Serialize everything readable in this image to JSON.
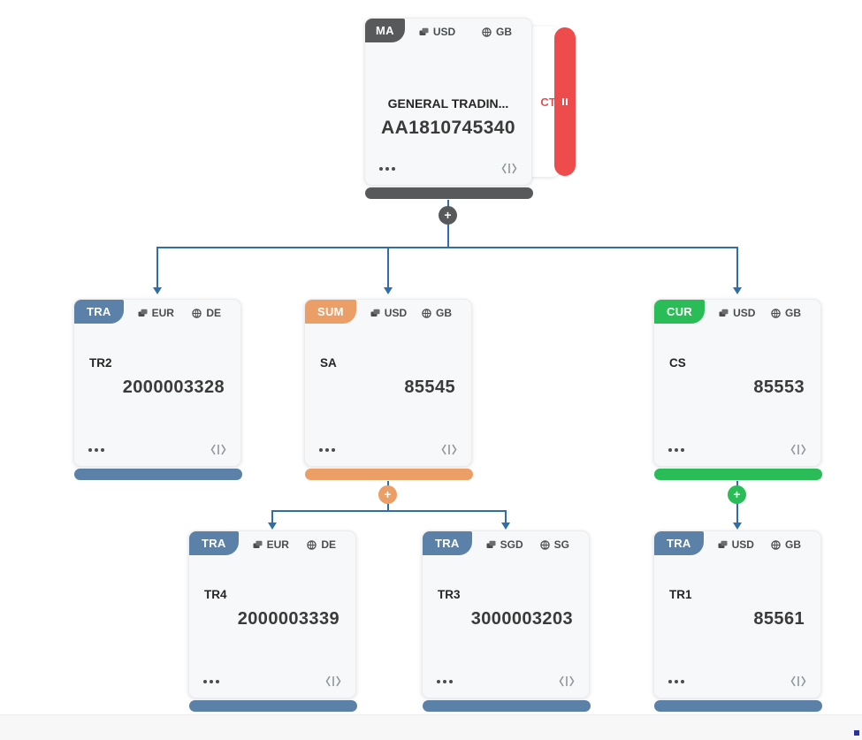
{
  "nodes": [
    {
      "badge": "MA",
      "currency": "USD",
      "country": "GB",
      "name": "GENERAL TRADIN...",
      "number": "AA1810745340",
      "accent": "#58595b",
      "tag": {
        "label": "CT"
      }
    },
    {
      "badge": "TRA",
      "currency": "EUR",
      "country": "DE",
      "name": "TR2",
      "number": "2000003328",
      "accent": "#5b81a8"
    },
    {
      "badge": "SUM",
      "currency": "USD",
      "country": "GB",
      "name": "SA",
      "number": "85545",
      "accent": "#eb9e66"
    },
    {
      "badge": "CUR",
      "currency": "USD",
      "country": "GB",
      "name": "CS",
      "number": "85553",
      "accent": "#2abd57"
    },
    {
      "badge": "TRA",
      "currency": "EUR",
      "country": "DE",
      "name": "TR4",
      "number": "2000003339",
      "accent": "#5b81a8"
    },
    {
      "badge": "TRA",
      "currency": "SGD",
      "country": "SG",
      "name": "TR3",
      "number": "3000003203",
      "accent": "#5b81a8"
    },
    {
      "badge": "TRA",
      "currency": "USD",
      "country": "GB",
      "name": "TR1",
      "number": "85561",
      "accent": "#5b81a8"
    }
  ],
  "controls": {
    "expand_label": "+"
  },
  "icons": {
    "currency": "money-icon",
    "country": "globe-icon",
    "more_options": "more-options-icon",
    "details": "code-expand-icon",
    "pause": "pause-icon",
    "expand": "plus-icon"
  },
  "colors": {
    "connector": "#2f6ea6",
    "master": "#58595b",
    "transaction": "#5b81a8",
    "summary": "#eb9e66",
    "currency_node": "#2abd57",
    "alert_tag": "#ee4c4c",
    "card_bg": "#f7f8f9",
    "footer_strip": "#f7f7f7"
  }
}
